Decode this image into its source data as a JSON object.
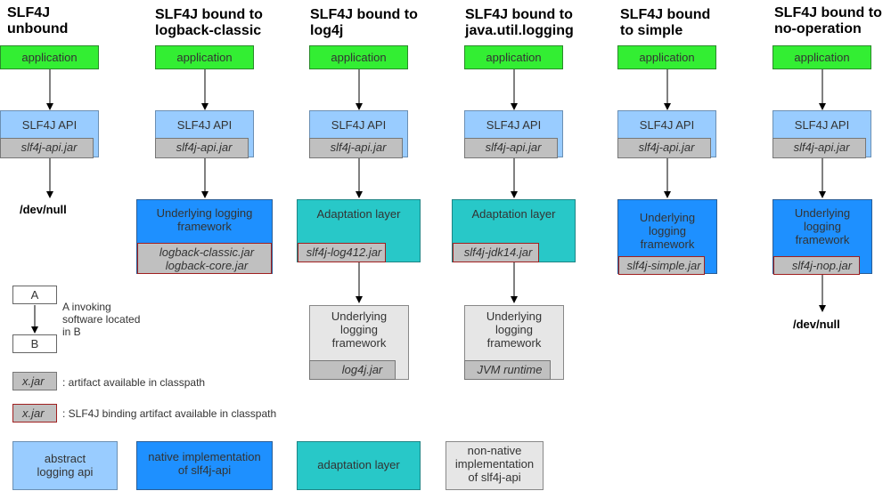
{
  "columns": [
    {
      "title": "SLF4J\nunbound",
      "application": "application",
      "api": "SLF4J API",
      "api_jar": "slf4j-api.jar",
      "dev_null": "/dev/null"
    },
    {
      "title": "SLF4J bound to\nlogback-classic",
      "application": "application",
      "api": "SLF4J API",
      "api_jar": "slf4j-api.jar",
      "impl": "Underlying logging\nframework",
      "impl_jar_1": "logback-classic.jar",
      "impl_jar_2": "logback-core.jar"
    },
    {
      "title": "SLF4J bound to\nlog4j",
      "application": "application",
      "api": "SLF4J API",
      "api_jar": "slf4j-api.jar",
      "adapt": "Adaptation layer",
      "adapt_jar": "slf4j-log412.jar",
      "under": "Underlying\nlogging\nframework",
      "under_jar": "log4j.jar"
    },
    {
      "title": "SLF4J bound to\njava.util.logging",
      "application": "application",
      "api": "SLF4J API",
      "api_jar": "slf4j-api.jar",
      "adapt": "Adaptation layer",
      "adapt_jar": "slf4j-jdk14.jar",
      "under": "Underlying\nlogging\nframework",
      "under_jar": "JVM runtime"
    },
    {
      "title": "SLF4J bound\nto simple",
      "application": "application",
      "api": "SLF4J API",
      "api_jar": "slf4j-api.jar",
      "impl": "Underlying\nlogging\nframework",
      "impl_jar": "slf4j-simple.jar"
    },
    {
      "title": "SLF4J bound to\nno-operation",
      "application": "application",
      "api": "SLF4J API",
      "api_jar": "slf4j-api.jar",
      "impl": "Underlying\nlogging\nframework",
      "impl_jar": "slf4j-nop.jar",
      "dev_null": "/dev/null"
    }
  ],
  "legend": {
    "a": "A",
    "b": "B",
    "invoke_text": "A invoking\nsoftware located\nin B",
    "jar_sample": "x.jar",
    "jar_text": ": artifact available in classpath",
    "binding_sample": "x.jar",
    "binding_text": ": SLF4J binding artifact available in classpath",
    "abstract": "abstract\nlogging api",
    "native": "native implementation\nof slf4j-api",
    "adaptation": "adaptation layer",
    "non_native": "non-native\nimplementation\nof slf4j-api"
  },
  "colors": {
    "application": "#33ee33",
    "abstract_api": "#99ccff",
    "native": "#1e90ff",
    "adaptation": "#28c8c8",
    "non_native": "#e6e6e6",
    "jar": "#c0c0c0",
    "binding_border": "#a02020"
  }
}
